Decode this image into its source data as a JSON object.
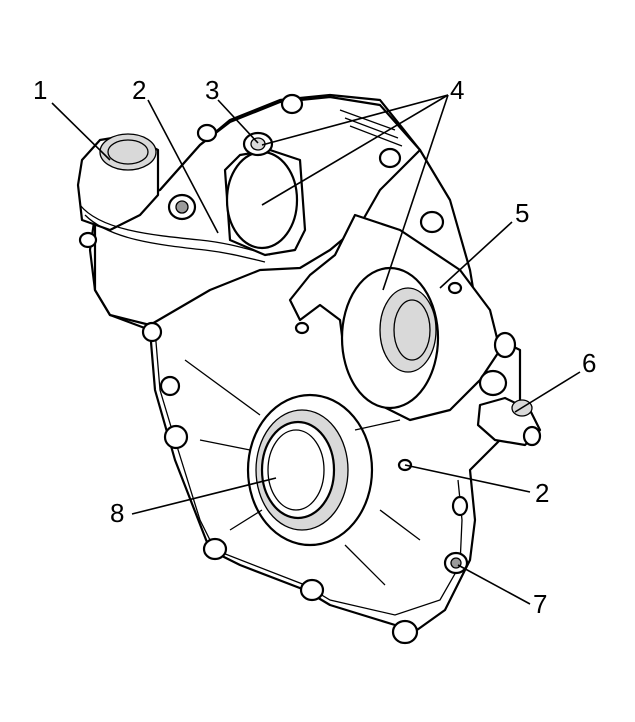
{
  "figure": {
    "background_color": "#ffffff",
    "line_color": "#000000",
    "callouts": [
      {
        "id": "c1",
        "label": "1"
      },
      {
        "id": "c2a",
        "label": "2"
      },
      {
        "id": "c3",
        "label": "3"
      },
      {
        "id": "c4",
        "label": "4"
      },
      {
        "id": "c5",
        "label": "5"
      },
      {
        "id": "c6",
        "label": "6"
      },
      {
        "id": "c2b",
        "label": "2"
      },
      {
        "id": "c7",
        "label": "7"
      },
      {
        "id": "c8",
        "label": "8"
      }
    ]
  }
}
